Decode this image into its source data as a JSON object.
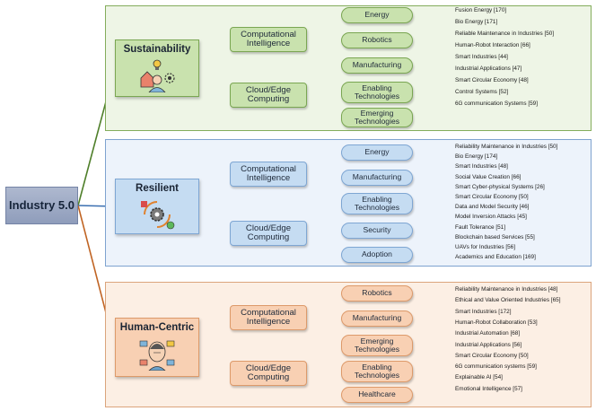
{
  "root": {
    "label": "Industry 5.0"
  },
  "pillars": [
    {
      "name": "Sustainability",
      "icon": "sustainable-person-icon",
      "colors": {
        "panel": "#eef5e6",
        "panel_border": "#84ad5c",
        "box": "#c9e2ae",
        "box_border": "#7aa652",
        "link": "#4f7f2a"
      },
      "approaches": [
        "Computational Intelligence",
        "Cloud/Edge Computing"
      ],
      "domains": [
        "Energy",
        "Robotics",
        "Manufacturing",
        "Enabling Technologies",
        "Emerging Technologies"
      ],
      "leaves": [
        "Fusion Energy [170]",
        "Bio Energy [171]",
        "Reliable Maintenance in Industries [50]",
        "Human-Robot Interaction [66]",
        "Smart Industries [44]",
        "Industrial Applications [47]",
        "Smart Circular Economy [48]",
        "Control Systems [52]",
        "6G communication Systems [59]"
      ],
      "leaf_map": [
        [
          0,
          1
        ],
        [
          2,
          3
        ],
        [
          4
        ],
        [
          5,
          6
        ],
        [
          7,
          8
        ]
      ]
    },
    {
      "name": "Resilient",
      "icon": "resilience-gear-icon",
      "colors": {
        "panel": "#edf3fb",
        "panel_border": "#7fa3cf",
        "box": "#c5dcf2",
        "box_border": "#7ea6d3",
        "link": "#3a6fb0"
      },
      "approaches": [
        "Computational Intelligence",
        "Cloud/Edge Computing"
      ],
      "domains": [
        "Energy",
        "Manufacturing",
        "Enabling Technologies",
        "Security",
        "Adoption"
      ],
      "leaves": [
        "Reliability Maintenance in Industries [50]",
        "Bio Energy [174]",
        "Smart Industries [48]",
        "Social Value Creation [66]",
        "Smart Cyber-physical Systems [26]",
        "Smart Circular Economy [50]",
        "Data and Model Security [46]",
        "Model Inversion Attacks [45]",
        "Fault Tolerance [51]",
        "Blockchain based Services [55]",
        "UAVs for Industries [56]",
        "Academics and Education [169]"
      ],
      "leaf_map": [
        [
          0,
          1
        ],
        [
          2,
          3
        ],
        [
          4,
          5
        ],
        [
          6,
          7,
          8,
          9,
          10
        ],
        [
          11
        ]
      ]
    },
    {
      "name": "Human-Centric",
      "icon": "human-ai-head-icon",
      "colors": {
        "panel": "#fcefe4",
        "panel_border": "#dba47c",
        "box": "#f8d0b3",
        "box_border": "#dd9a6a",
        "link": "#c06423"
      },
      "approaches": [
        "Computational Intelligence",
        "Cloud/Edge Computing"
      ],
      "domains": [
        "Robotics",
        "Manufacturing",
        "Emerging Technologies",
        "Enabling Technologies",
        "Healthcare"
      ],
      "leaves": [
        "Reliability Maintenance in Industries [48]",
        "Ethical and Value Oriented Industries [65]",
        "Smart Industries [172]",
        "Human-Robot Collaboration [53]",
        "Industrial Automation [68]",
        "Industrial Applications [56]",
        "Smart Circular Economy [50]",
        "6G communication systems [59]",
        "Explainable AI [54]",
        "Emotional Intelligence [57]"
      ],
      "leaf_map": [
        [
          0,
          1
        ],
        [
          2,
          3
        ],
        [
          4,
          5
        ],
        [
          6,
          7
        ],
        [
          8,
          9
        ]
      ]
    }
  ]
}
